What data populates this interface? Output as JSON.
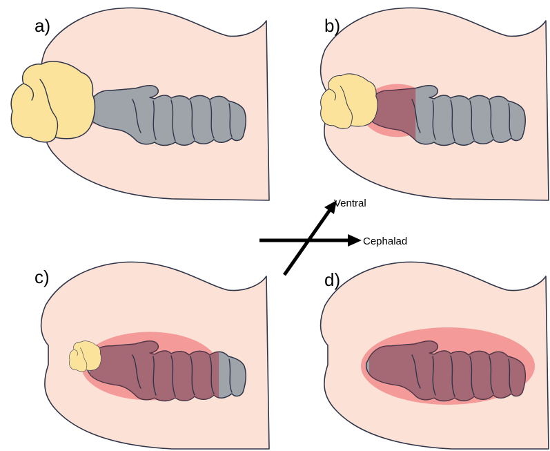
{
  "panels": [
    {
      "label": "a)",
      "gland_scale": 1.0,
      "halo_extent": 0.0,
      "tint_extent": 0.0
    },
    {
      "label": "b)",
      "gland_scale": 0.68,
      "halo_extent": 0.32,
      "tint_extent": 0.28
    },
    {
      "label": "c)",
      "gland_scale": 0.38,
      "halo_extent": 0.75,
      "tint_extent": 0.78
    },
    {
      "label": "d)",
      "gland_scale": 0.0,
      "halo_extent": 1.0,
      "tint_extent": 1.0
    }
  ],
  "axes": {
    "ventral_label": "Ventral",
    "cephalad_label": "Cephalad"
  },
  "colors": {
    "tissue": "#fbe1d6",
    "outline": "#2f3548",
    "bone": "#9fa3aa",
    "gland": "#fbe39c",
    "halo": "#f3888a",
    "tint": "#a83a48",
    "arrow": "#000000"
  }
}
